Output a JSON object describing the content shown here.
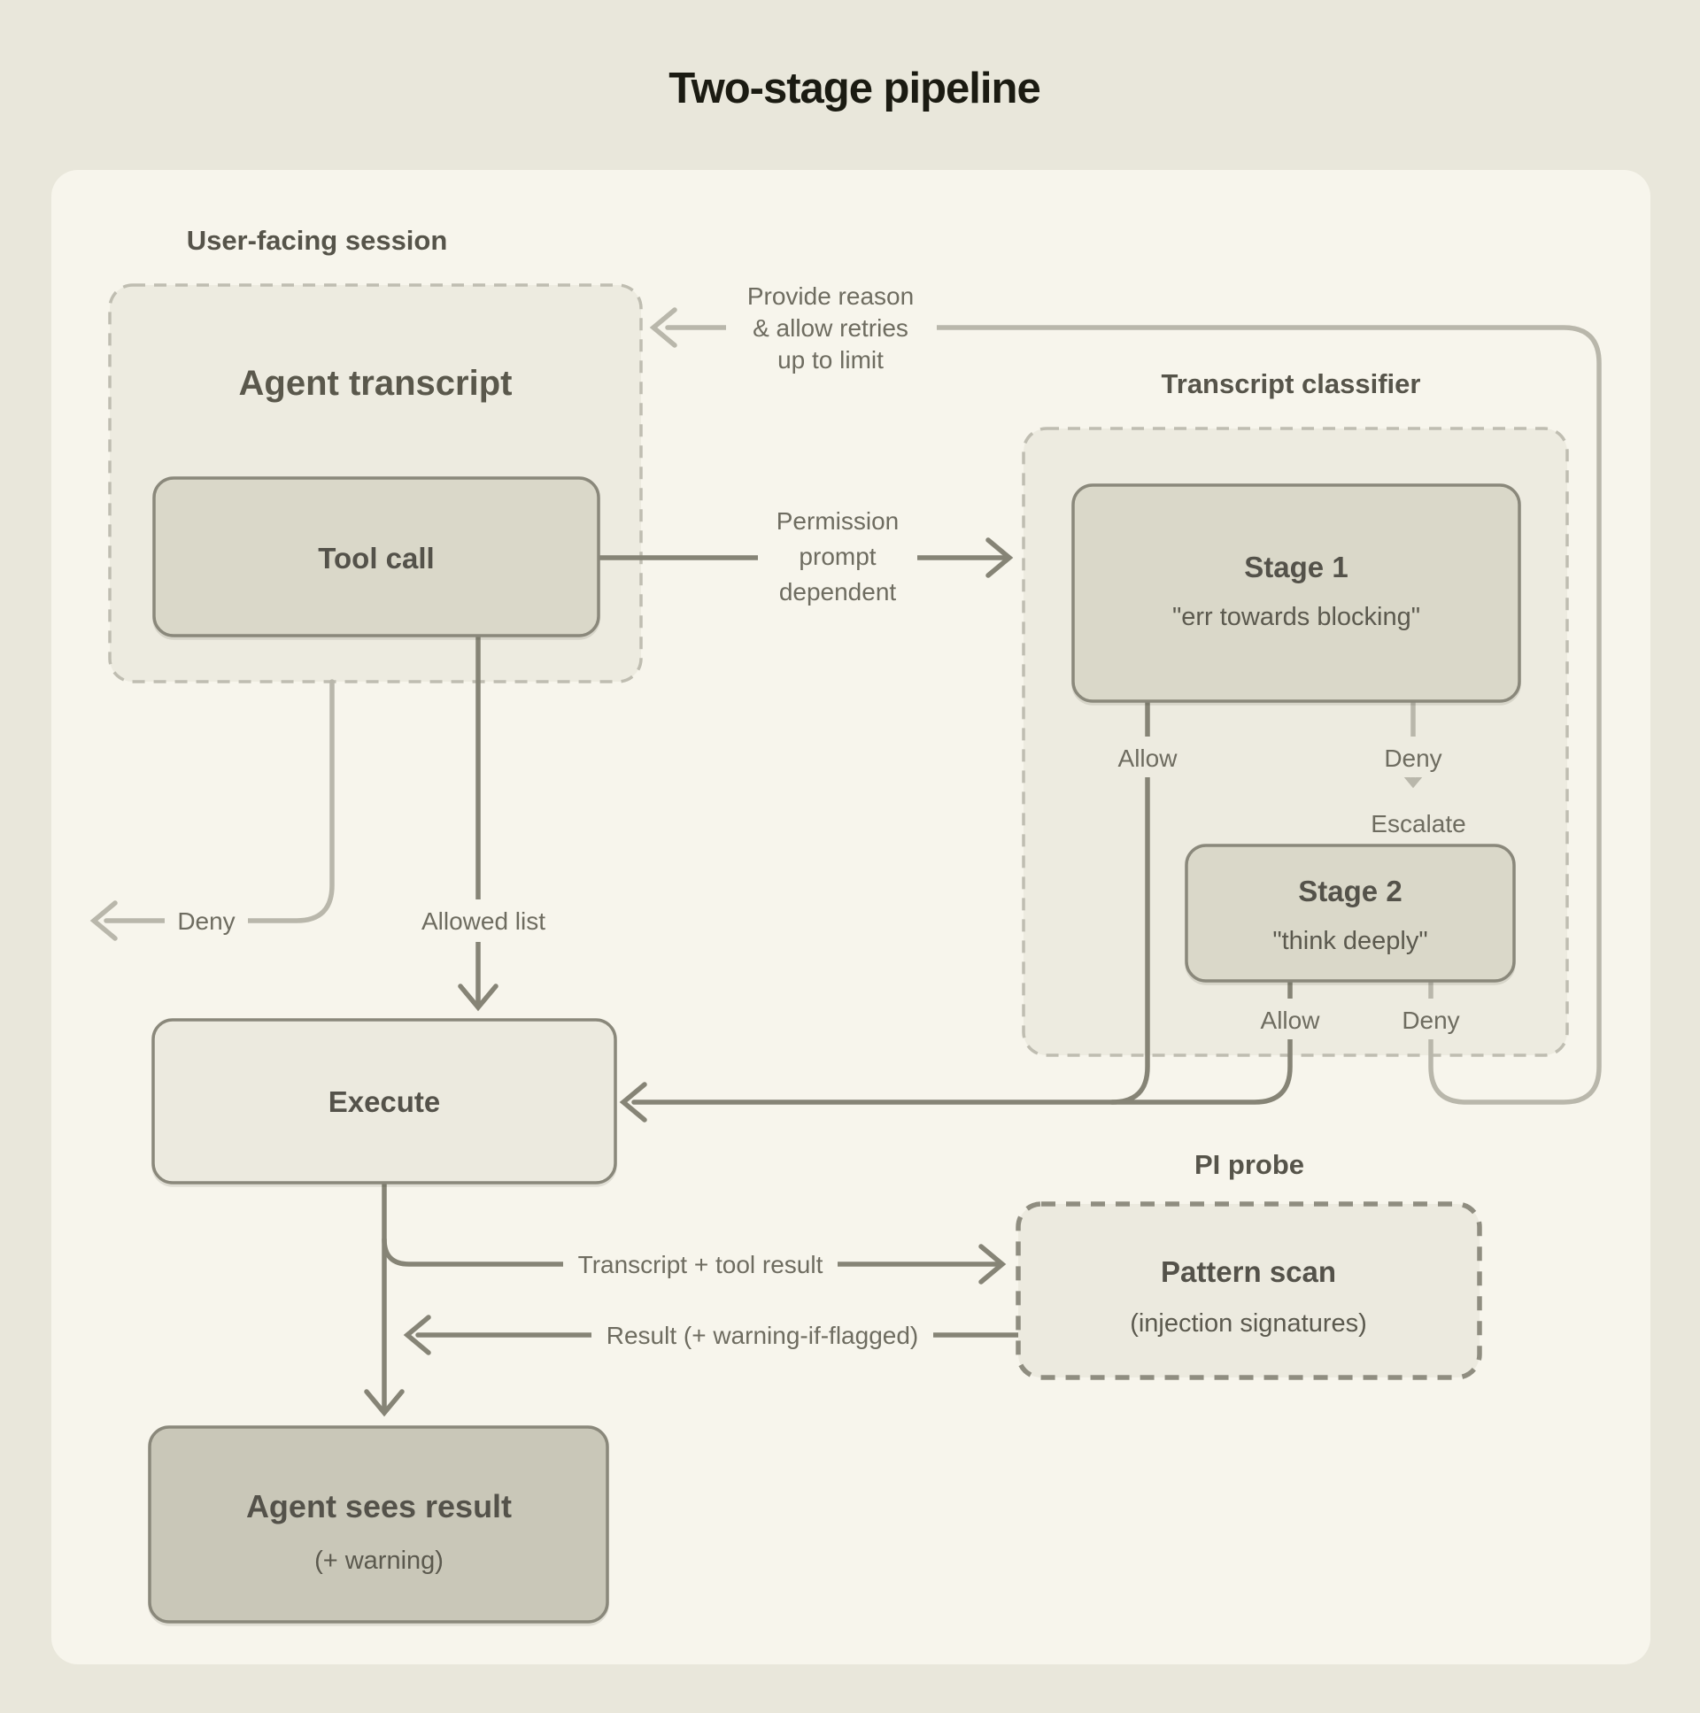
{
  "title": "Two-stage pipeline",
  "colors": {
    "page_bg": "#e9e7db",
    "panel_bg": "#f7f5ec",
    "group_bg": "#edebe0",
    "node_bg": "#dad8c9",
    "execute_bg": "#eceadf",
    "result_bg": "#c9c7b8",
    "line_dark": "#868476",
    "line_light": "#b9b7ab",
    "node_border": "#8a887b",
    "dashed_border": "#bfbdb1",
    "probe_border": "#8f8d80",
    "title_text": "#1b1b12",
    "node_text": "#54524a",
    "edge_text": "#6e6c60"
  },
  "groups": {
    "session": {
      "label": "User-facing session",
      "heading": "Agent transcript"
    },
    "classifier": {
      "label": "Transcript classifier"
    },
    "pi_probe": {
      "label": "PI probe"
    }
  },
  "nodes": {
    "tool_call": {
      "label": "Tool call"
    },
    "stage1": {
      "title": "Stage 1",
      "subtitle": "\"err towards blocking\""
    },
    "stage2": {
      "title": "Stage 2",
      "subtitle": "\"think deeply\""
    },
    "execute": {
      "label": "Execute"
    },
    "pattern_scan": {
      "title": "Pattern scan",
      "subtitle": "(injection signatures)"
    },
    "agent_result": {
      "title": "Agent sees result",
      "subtitle": "(+ warning)"
    }
  },
  "edges": {
    "provide_reason": [
      "Provide reason",
      "& allow retries",
      "up to limit"
    ],
    "permission": [
      "Permission",
      "prompt",
      "dependent"
    ],
    "stage1_allow": "Allow",
    "stage1_deny": "Deny",
    "escalate": "Escalate",
    "stage2_allow": "Allow",
    "stage2_deny": "Deny",
    "session_deny": "Deny",
    "allowed_list": "Allowed list",
    "transcript_result": "Transcript + tool result",
    "result_warning": "Result (+ warning-if-flagged)"
  }
}
